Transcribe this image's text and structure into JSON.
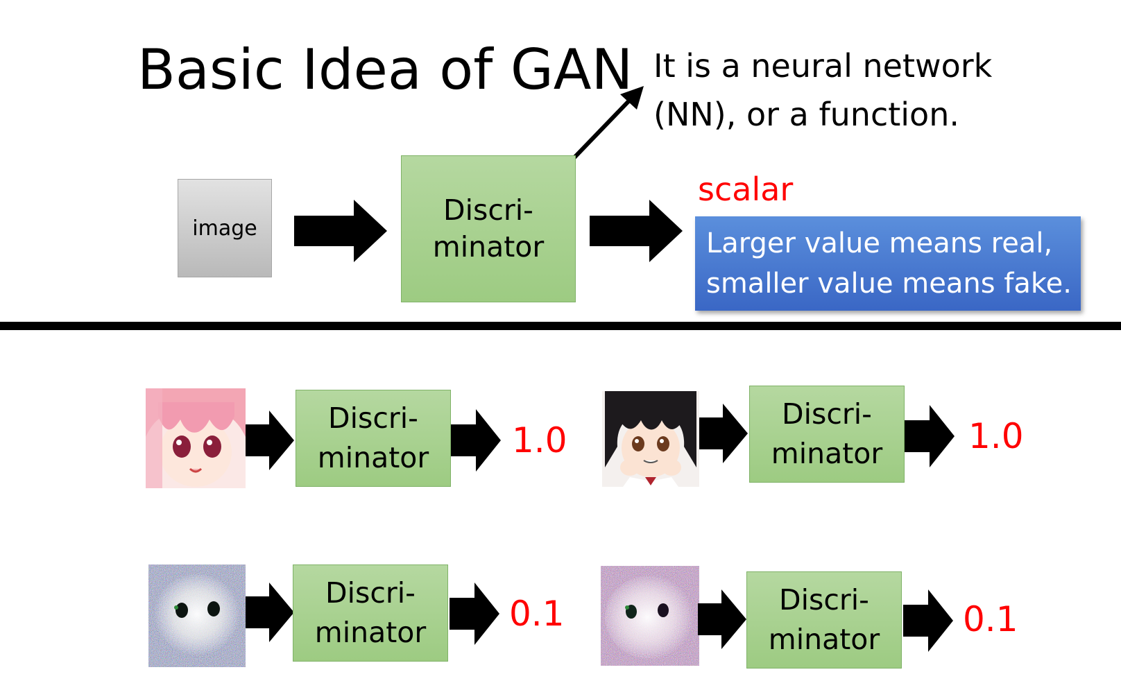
{
  "title": "Basic Idea of GAN",
  "note": {
    "line1": "It is a neural network",
    "line2": "(NN), or a function."
  },
  "top": {
    "input_label": "image",
    "box_line1": "Discri-",
    "box_line2": "minator",
    "output_label": "scalar",
    "output_desc_line1": "Larger value means real,",
    "output_desc_line2": "smaller value means fake."
  },
  "examples": [
    {
      "box_line1": "Discri-",
      "box_line2": "minator",
      "score": "1.0",
      "image": "anime-face-pink-hair-icon"
    },
    {
      "box_line1": "Discri-",
      "box_line2": "minator",
      "score": "1.0",
      "image": "anime-face-dark-hair-icon"
    },
    {
      "box_line1": "Discri-",
      "box_line2": "minator",
      "score": "0.1",
      "image": "noisy-generated-face-icon"
    },
    {
      "box_line1": "Discri-",
      "box_line2": "minator",
      "score": "0.1",
      "image": "noisy-generated-face-icon"
    }
  ],
  "colors": {
    "discriminator_green": "#a9d18e",
    "score_red": "#ff0000",
    "desc_blue": "#4472c4"
  }
}
